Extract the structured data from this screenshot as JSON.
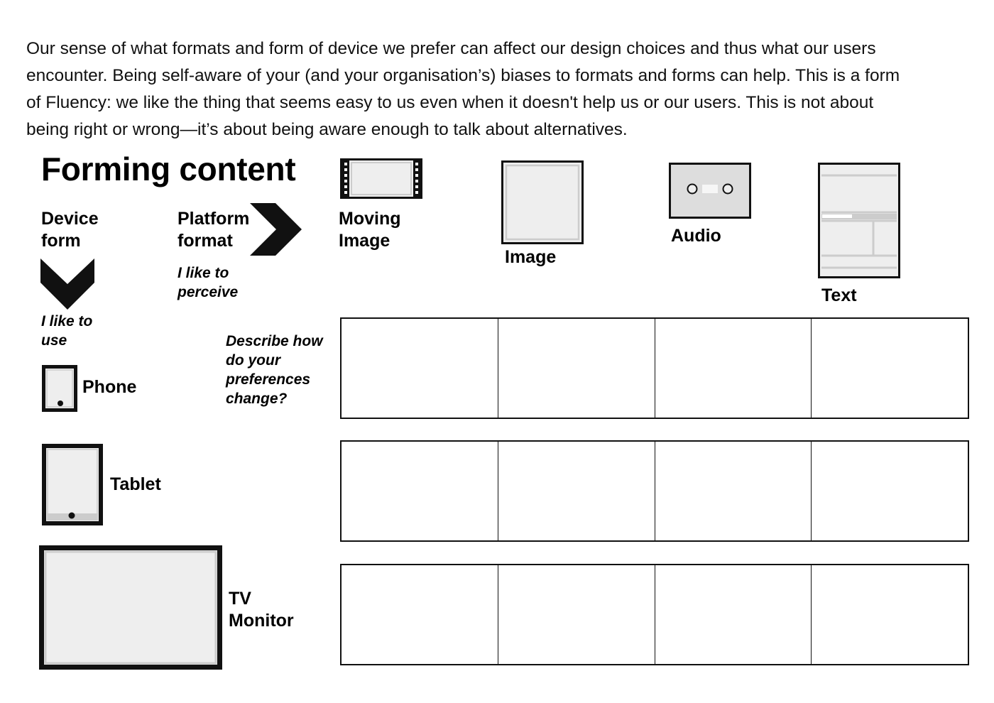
{
  "intro": {
    "line1": "Our sense of what formats and form of device we prefer can affect our design choices and thus what our users",
    "line2": "encounter. Being self-aware of your (and your organisation’s) biases to formats and forms can help. This is a form",
    "line3": "of Fluency: we like the thing that seems easy to us even when it doesn't help us or our users. This is not about",
    "line4": "being right or wrong—it’s about being aware enough to talk about alternatives."
  },
  "title": "Forming content",
  "device": {
    "line1": "Device",
    "line2": "form",
    "sub1": "I like to",
    "sub2": "use"
  },
  "platform": {
    "line1": "Platform",
    "line2": "format",
    "sub1": "I like to",
    "sub2": "perceive"
  },
  "formats": {
    "moving_line1": "Moving",
    "moving_line2": "Image",
    "image": "Image",
    "audio": "Audio",
    "text": "Text"
  },
  "prompt": {
    "line1": "Describe how",
    "line2": "do your",
    "line3": "preferences",
    "line4": "change?"
  },
  "devices": {
    "phone": "Phone",
    "tablet": "Tablet",
    "tv_line1": "TV",
    "tv_line2": "Monitor"
  },
  "colors": {
    "ink": "#111111",
    "fill": "#eeeeee",
    "mid": "#cccccc"
  }
}
